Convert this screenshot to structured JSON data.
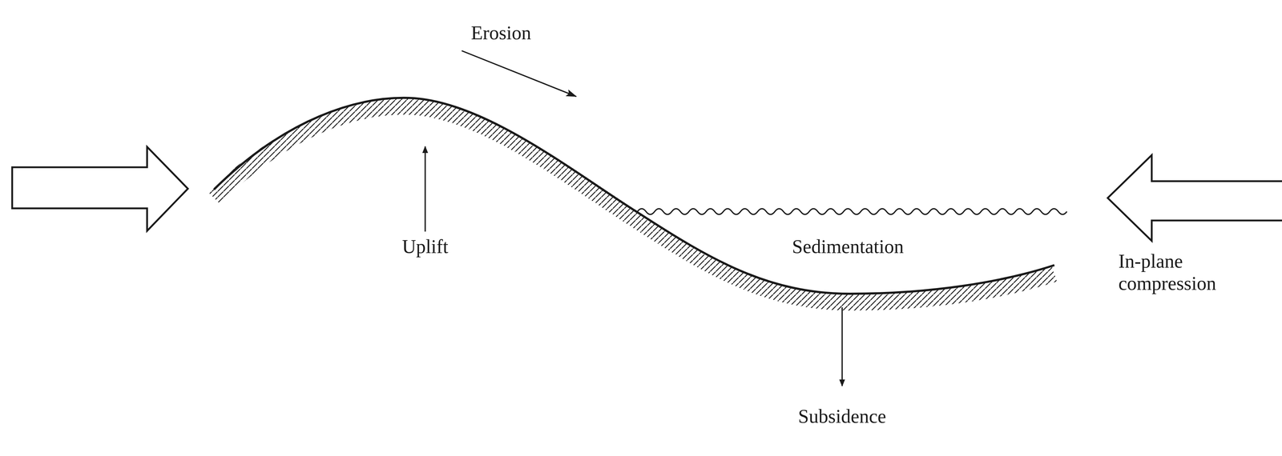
{
  "diagram": {
    "labels": [
      "Erosion",
      "Uplift",
      "Sedimentation",
      "In-plane compression",
      "Subsidence"
    ]
  }
}
